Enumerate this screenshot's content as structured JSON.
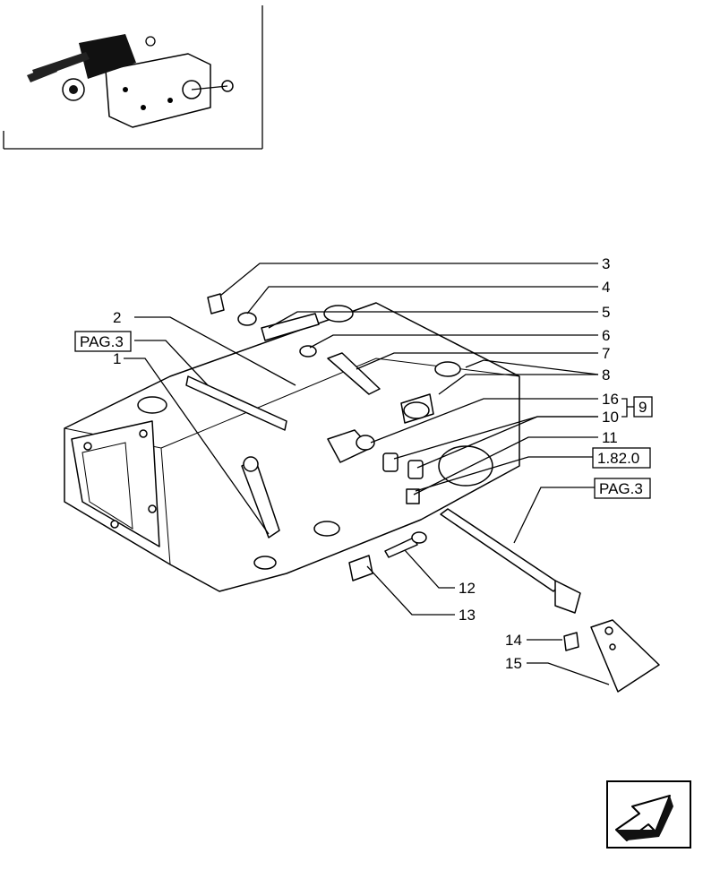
{
  "callouts": {
    "c1": "1",
    "c2": "2",
    "c3": "3",
    "c4": "4",
    "c5": "5",
    "c6": "6",
    "c7": "7",
    "c8": "8",
    "c9": "9",
    "c10": "10",
    "c11": "11",
    "c12": "12",
    "c13": "13",
    "c14": "14",
    "c15": "15",
    "c16": "16"
  },
  "references": {
    "pag3_left": "PAG.3",
    "pag3_right": "PAG.3",
    "ref_1820": "1.82.0"
  },
  "icons": {
    "thumbnail": "assembly-thumbnail-icon",
    "nav": "next-page-arrow-icon"
  }
}
